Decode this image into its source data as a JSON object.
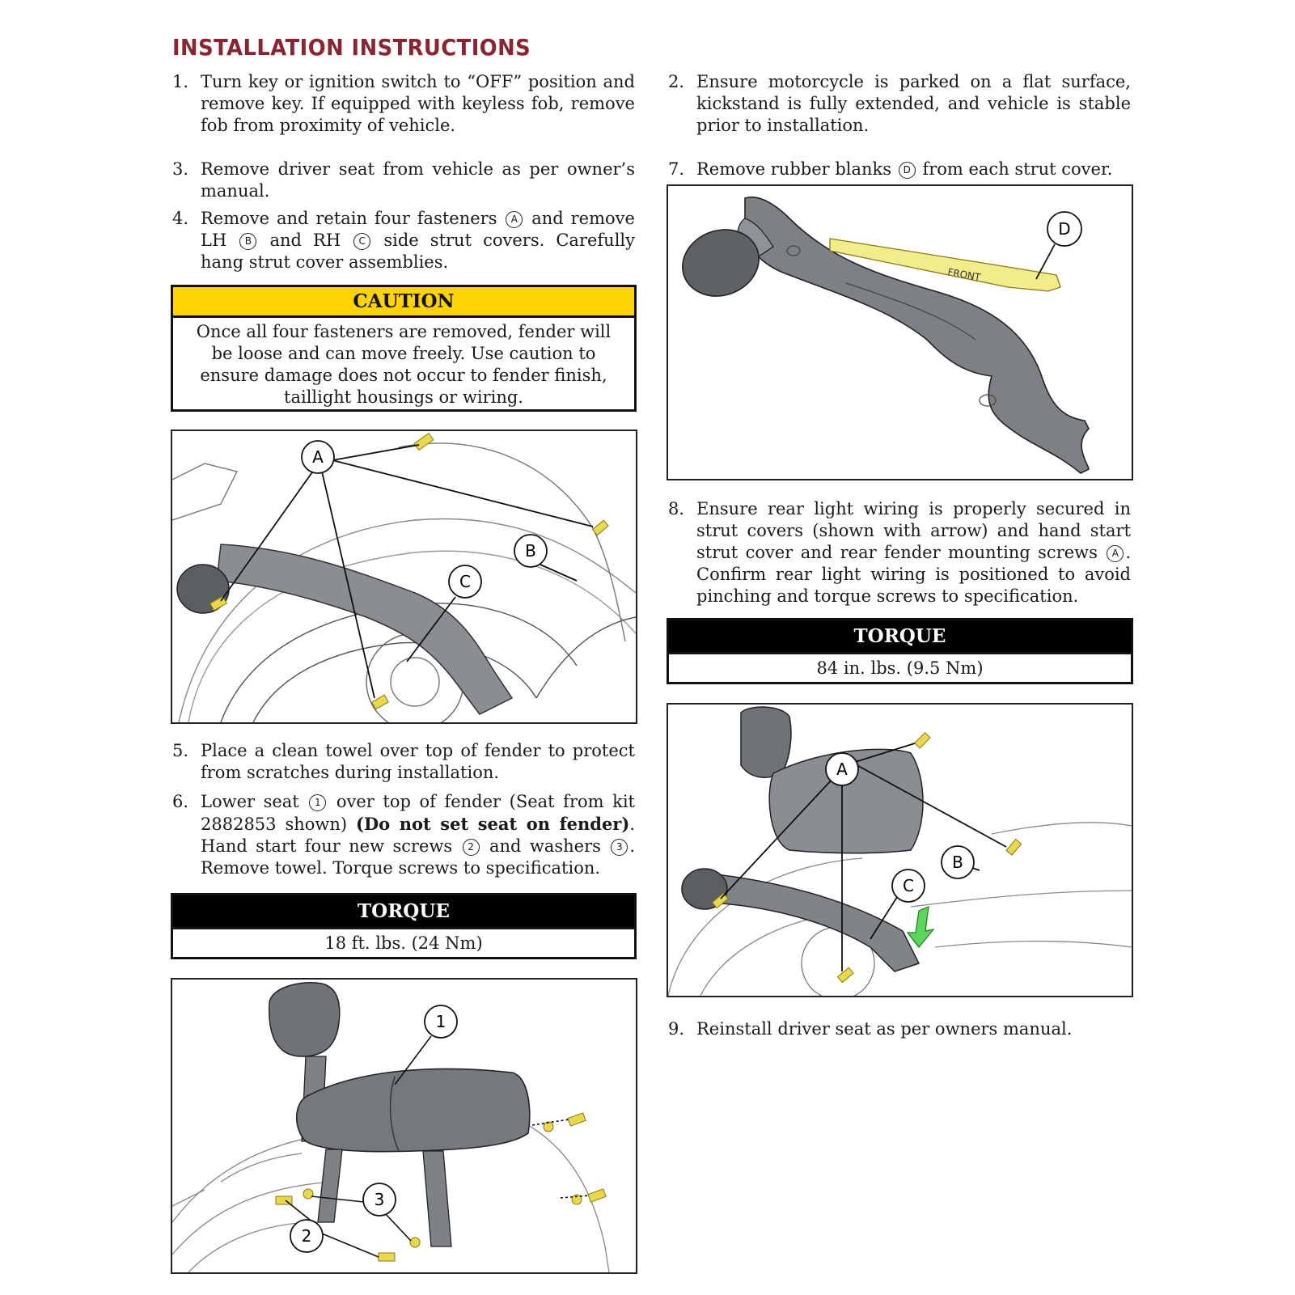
{
  "heading": "INSTALLATION INSTRUCTIONS",
  "steps": {
    "s1": {
      "num": "1.",
      "text": "Turn key or ignition switch to “OFF” position and remove key. If equipped with keyless fob, remove fob from proximity of vehicle."
    },
    "s2": {
      "num": "2.",
      "text": "Ensure motorcycle is parked on a flat surface, kickstand is fully extended, and vehicle is stable prior to installation."
    },
    "s3": {
      "num": "3.",
      "text": "Remove driver seat from vehicle as per owner’s manual."
    },
    "s4": {
      "num": "4.",
      "t1": "Remove and retain four fasteners",
      "m1": "A",
      "t2": "and remove LH",
      "m2": "B",
      "t3": "and RH",
      "m3": "C",
      "t4": "side strut covers. Carefully hang strut cover assemblies."
    },
    "s5": {
      "num": "5.",
      "text": "Place a clean towel over top of fender to protect from scratches during installation."
    },
    "s6": {
      "num": "6.",
      "t1": "Lower seat",
      "m1": "1",
      "t2": "over top of fender (Seat from kit 2882853 shown)",
      "b1": "(Do not set seat on fender)",
      "t3": ". Hand start four new screws",
      "m2": "2",
      "t4": "and washers",
      "m3": "3",
      "t5": ". Remove towel. Torque screws to specification."
    },
    "s7": {
      "num": "7.",
      "t1": "Remove rubber blanks",
      "m1": "D",
      "t2": "from each strut cover."
    },
    "s8": {
      "num": "8.",
      "t1": "Ensure rear light wiring is properly secured in strut covers (shown with arrow) and hand start strut cover and rear fender mounting screws",
      "m1": "A",
      "t2": ". Confirm rear light wiring is positioned to avoid pinching and torque screws to specification."
    },
    "s9": {
      "num": "9.",
      "text": "Reinstall driver seat as per owners manual."
    }
  },
  "caution": {
    "title": "CAUTION",
    "text": "Once all four fasteners are removed, fender will be loose and can move freely. Use caution to ensure damage does not occur to fender finish, taillight housings or wiring."
  },
  "torque1": {
    "title": "TORQUE",
    "value": "18 ft. lbs. (24 Nm)"
  },
  "torque2": {
    "title": "TORQUE",
    "value": "84 in. lbs. (9.5 Nm)"
  },
  "fig1": {
    "callouts": {
      "a": "A",
      "b": "B",
      "c": "C"
    }
  },
  "fig2": {
    "callouts": {
      "one": "1",
      "two": "2",
      "three": "3"
    }
  },
  "fig3": {
    "callouts": {
      "d": "D"
    },
    "label": "FRONT"
  },
  "fig4": {
    "callouts": {
      "a": "A",
      "b": "B",
      "c": "C"
    }
  },
  "colors": {
    "heading": "#8b2332",
    "caution": "#ffd400",
    "fastener": "#e8d84a",
    "arrow": "#5ad65a"
  }
}
